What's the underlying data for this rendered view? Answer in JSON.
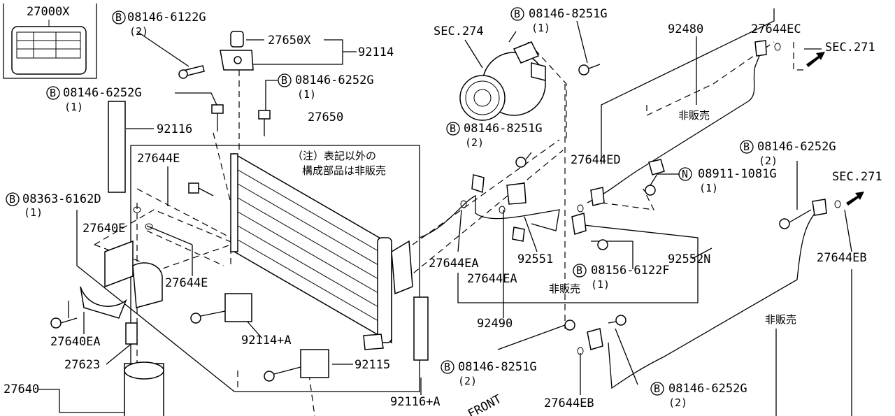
{
  "callouts": {
    "c27000x": "27000X",
    "c27650x": "27650X",
    "c92114": "92114",
    "c27650": "27650",
    "c92116": "92116",
    "c27644e_a": "27644E",
    "c27640e": "27640E",
    "c27644e_b": "27644E",
    "c27640ea": "27640EA",
    "c27623": "27623",
    "c27640": "27640",
    "c92114a": "92114+A",
    "c92115": "92115",
    "c92116a": "92116+A",
    "c_sec274": "SEC.274",
    "c92480": "92480",
    "c27644ec": "27644EC",
    "c_sec271a": "SEC.271",
    "c_sec271b": "SEC.271",
    "c27644ed": "27644ED",
    "c27644ea_a": "27644EA",
    "c27644ea_b": "27644EA",
    "c92551": "92551",
    "c92552n": "92552N",
    "c92490": "92490",
    "c27644eb_a": "27644EB",
    "c27644eb_b": "27644EB",
    "c_front": "FRONT"
  },
  "bolts": {
    "b1_num": "08146-6122G",
    "b1_qty": "(2)",
    "b2_num": "08146-6252G",
    "b2_qty": "(1)",
    "b3_num": "08146-6252G",
    "b3_qty": "(1)",
    "b4_num": "08363-6162D",
    "b4_qty": "(1)",
    "b5_num": "08146-8251G",
    "b5_qty": "(1)",
    "b6_num": "08146-8251G",
    "b6_qty": "(2)",
    "b7_num": "08146-6252G",
    "b7_qty": "(2)",
    "b8_num": "08156-6122F",
    "b8_qty": "(1)",
    "b9_num": "08146-8251G",
    "b9_qty": "(2)",
    "b10_num": "08146-6252G",
    "b10_qty": "(2)",
    "n1_num": "08911-1081G",
    "n1_qty": "(1)",
    "prefix_b": "B",
    "prefix_n": "N"
  },
  "notes": {
    "note_line1": "（注）表記以外の",
    "note_line2": "構成部品は非販売",
    "nfs1": "非販売",
    "nfs2": "非販売",
    "nfs3": "非販売"
  }
}
